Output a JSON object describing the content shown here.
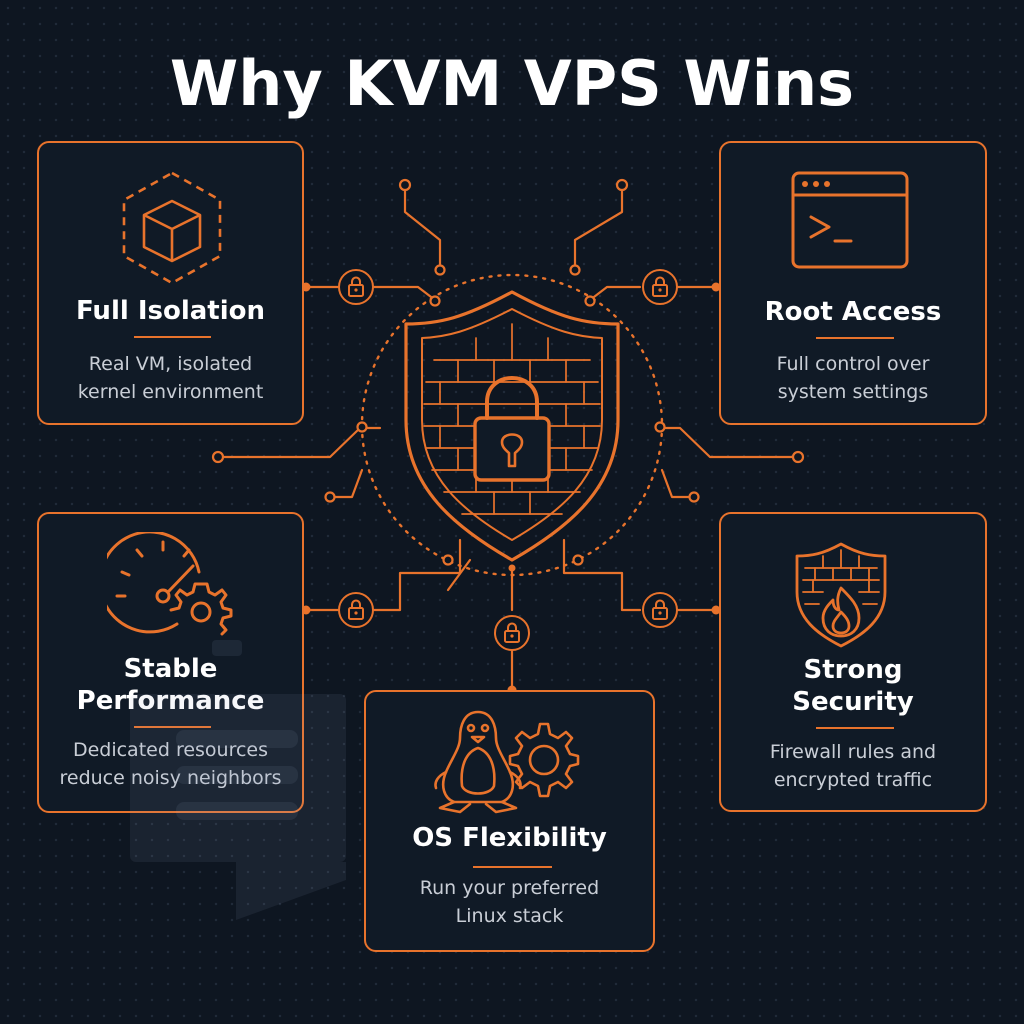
{
  "title": "Why KVM VPS Wins",
  "colors": {
    "accent": "#e8732c",
    "background": "#0e1621",
    "card_background": "#101a26",
    "text": "#ffffff",
    "muted_text": "#c9ced6"
  },
  "center": {
    "icon": "shield-brick-lock-icon",
    "node_icon": "padlock-icon"
  },
  "cards": {
    "isolation": {
      "icon": "cube-hexagon-icon",
      "title": "Full Isolation",
      "desc": [
        "Real VM, isolated",
        "kernel environment"
      ]
    },
    "root": {
      "icon": "terminal-window-icon",
      "title": "Root Access",
      "desc": [
        "Full control over",
        "system settings"
      ]
    },
    "performance": {
      "icon": "speedometer-gear-icon",
      "title": [
        "Stable",
        "Performance"
      ],
      "desc": [
        "Dedicated resources",
        "reduce noisy neighbors"
      ]
    },
    "security": {
      "icon": "firewall-shield-flame-icon",
      "title": [
        "Strong",
        "Security"
      ],
      "desc": [
        "Firewall rules and",
        "encrypted traffic"
      ]
    },
    "os": {
      "icon": "linux-penguin-gear-icon",
      "title": "OS Flexibility",
      "desc": [
        "Run your preferred",
        "Linux stack"
      ]
    }
  }
}
